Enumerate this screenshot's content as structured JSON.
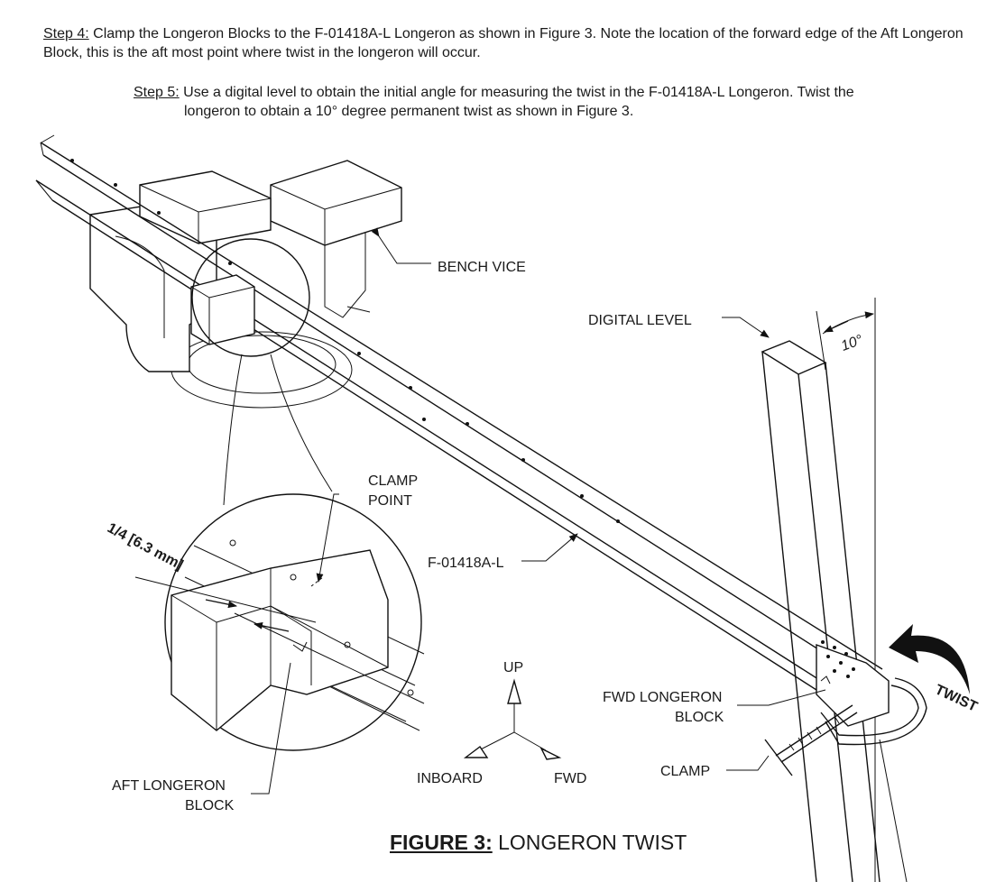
{
  "steps": {
    "step4": {
      "lead": "Step 4:",
      "text": " Clamp the Longeron Blocks to the F-01418A-L Longeron as shown in Figure 3. Note the location of the forward edge of the Aft Longeron Block, this is the aft most point where twist in the longeron will occur."
    },
    "step5": {
      "lead": "Step 5:",
      "text1": " Use a digital level to obtain the initial angle for measuring the twist in the F-01418A-L Longeron. Twist the",
      "text2": "longeron to obtain a 10° degree permanent twist as shown in Figure 3."
    }
  },
  "labels": {
    "bench_vice": "BENCH VICE",
    "digital_level": "DIGITAL LEVEL",
    "angle": "10°",
    "clamp_point_1": "CLAMP",
    "clamp_point_2": "POINT",
    "dimension": "1/4 [6.3 mm]",
    "part": "F-01418A-L",
    "up": "UP",
    "inboard": "INBOARD",
    "fwd": "FWD",
    "fwd_block_1": "FWD LONGERON",
    "fwd_block_2": "BLOCK",
    "clamp": "CLAMP",
    "twist": "TWIST",
    "aft_block_1": "AFT LONGERON",
    "aft_block_2": "BLOCK"
  },
  "caption": {
    "number": "FIGURE 3:",
    "title": " LONGERON TWIST"
  }
}
